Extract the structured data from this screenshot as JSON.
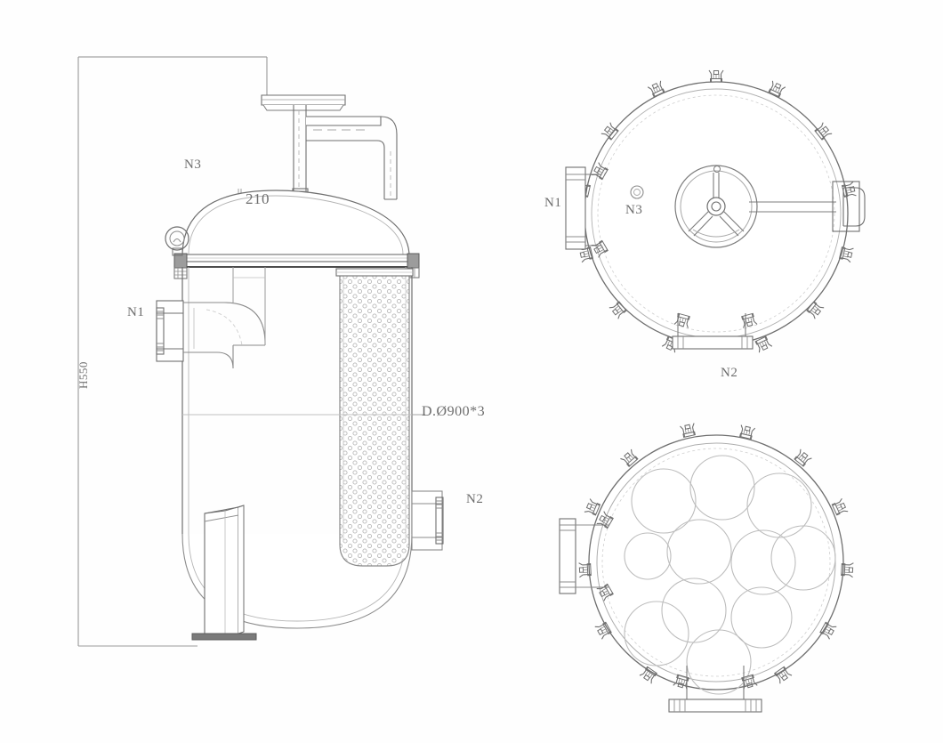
{
  "drawing": {
    "title": "Multi-Bag Filter Vessel — General Arrangement",
    "background_color": "#fefefe",
    "line_color": "#6b6b6b",
    "line_color_light": "#9a9a9a",
    "text_color": "#6d6d6d"
  },
  "labels": {
    "n1_front": "N1",
    "n2_front": "N2",
    "n3_front": "N3",
    "n1_top": "N1",
    "n2_top": "N2",
    "n3_top": "N3",
    "height_dim": "H550",
    "neck_dim": "210",
    "basket_dim": "D.Ø900*3"
  },
  "views": {
    "front": {
      "name": "front-elevation-view",
      "components": [
        "davit-arm",
        "handwheel-top",
        "vent-nozzle-n3",
        "top-dished-head",
        "clamp-flange-band",
        "eye-bolt-lug",
        "inlet-nozzle-n1",
        "internal-elbow-pipe",
        "perforated-filter-basket",
        "outlet-nozzle-n2",
        "bottom-dished-head",
        "support-leg",
        "base-plate"
      ]
    },
    "top": {
      "name": "top-plan-view",
      "components": [
        "cover-circle",
        "handwheel-3-spoke",
        "lever-arm",
        "swing-bolt-clamp",
        "inlet-nozzle-n1",
        "outlet-nozzle-n2",
        "vent-port-n3"
      ],
      "swing_bolt_count": 14
    },
    "tube_sheet": {
      "name": "tube-sheet-plan-view",
      "components": [
        "shell-circle",
        "bag-hole",
        "swing-bolt-clamp",
        "inlet-nozzle-n1",
        "outlet-nozzle-n2"
      ],
      "bag_hole_count": 11,
      "swing_bolt_count": 14
    }
  }
}
